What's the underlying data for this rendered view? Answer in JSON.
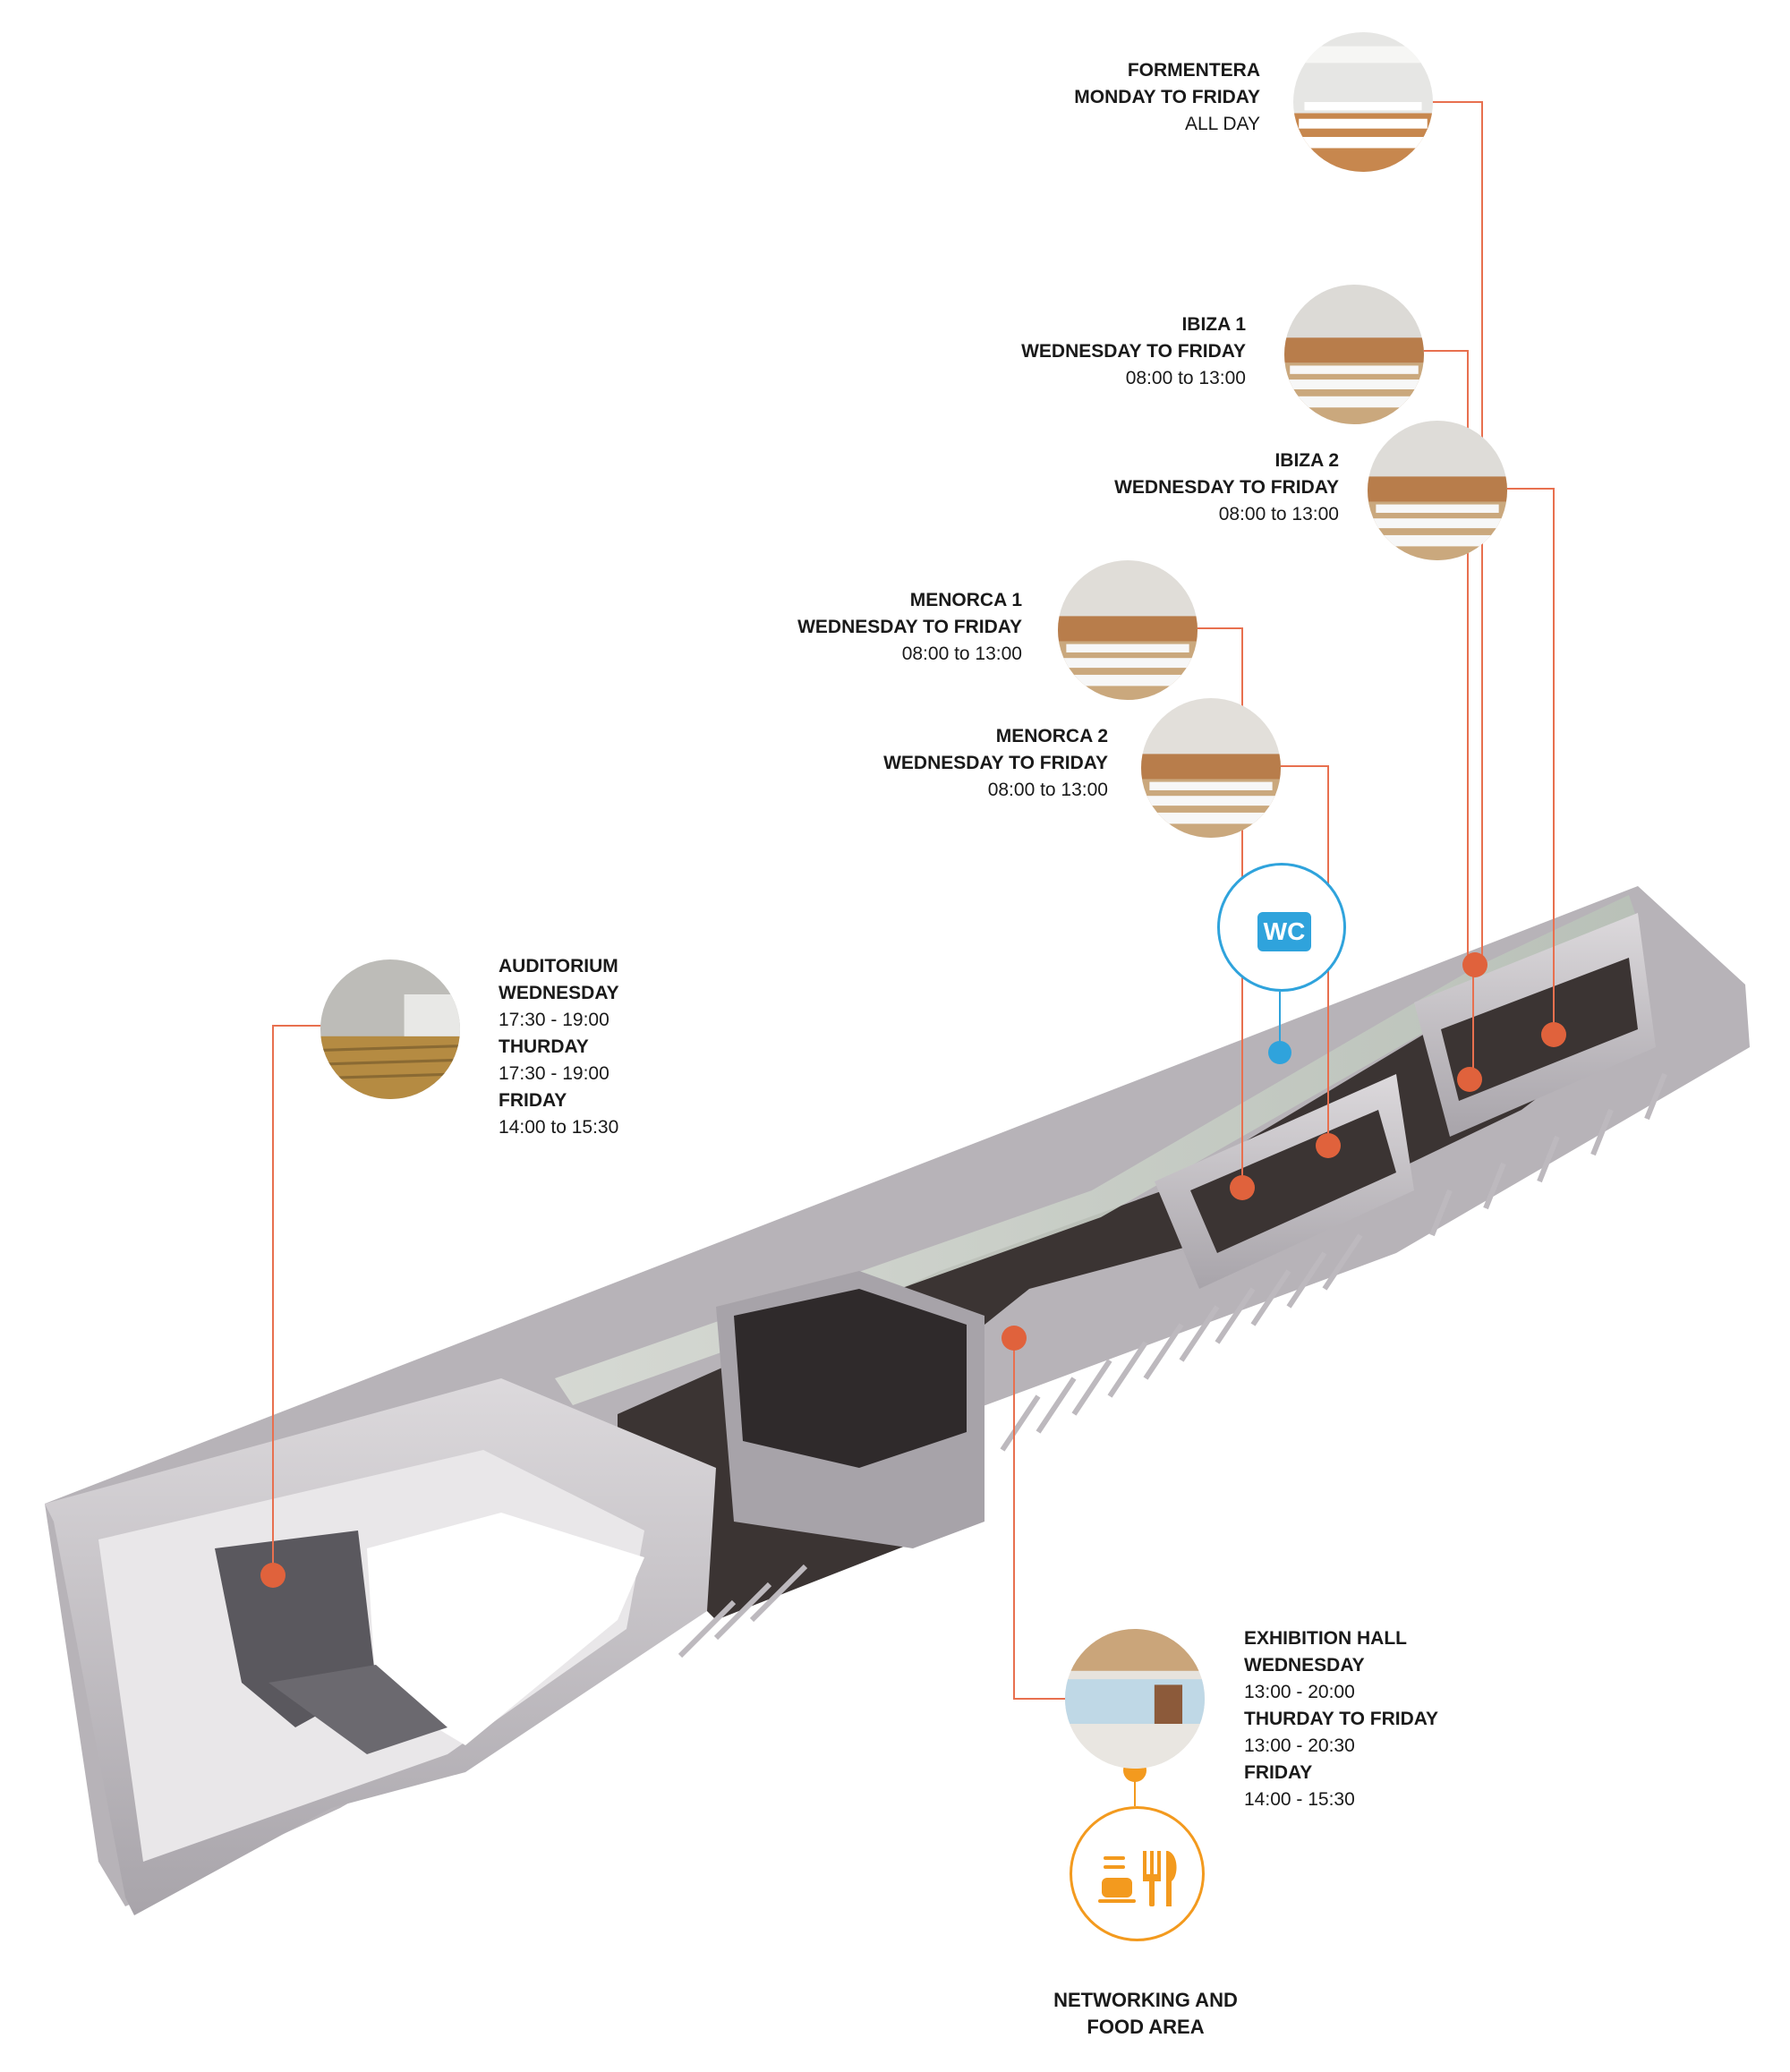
{
  "colors": {
    "leader": "#e8704f",
    "marker": "#e0623c",
    "wc": "#2fa3dc",
    "food": "#f39a1e",
    "floor": "#3b3433",
    "wall": "#c9c6c9",
    "wall_dark": "#9f9ca1"
  },
  "rooms": [
    {
      "id": "formentera",
      "name": "FORMENTERA",
      "lines": [
        {
          "text": "MONDAY TO FRIDAY",
          "bold": true
        },
        {
          "text": "ALL DAY",
          "bold": false
        }
      ]
    },
    {
      "id": "ibiza1",
      "name": "IBIZA 1",
      "lines": [
        {
          "text": "WEDNESDAY TO FRIDAY",
          "bold": true
        },
        {
          "text": "08:00 to 13:00",
          "bold": false
        }
      ]
    },
    {
      "id": "ibiza2",
      "name": "IBIZA 2",
      "lines": [
        {
          "text": "WEDNESDAY TO FRIDAY",
          "bold": true
        },
        {
          "text": "08:00 to 13:00",
          "bold": false
        }
      ]
    },
    {
      "id": "menorca1",
      "name": "MENORCA 1",
      "lines": [
        {
          "text": "WEDNESDAY TO FRIDAY",
          "bold": true
        },
        {
          "text": "08:00 to 13:00",
          "bold": false
        }
      ]
    },
    {
      "id": "menorca2",
      "name": "MENORCA 2",
      "lines": [
        {
          "text": "WEDNESDAY TO FRIDAY",
          "bold": true
        },
        {
          "text": "08:00 to 13:00",
          "bold": false
        }
      ]
    },
    {
      "id": "auditorium",
      "name": "AUDITORIUM",
      "lines": [
        {
          "text": "WEDNESDAY",
          "bold": true
        },
        {
          "text": "17:30 - 19:00",
          "bold": false
        },
        {
          "text": "THURDAY",
          "bold": true
        },
        {
          "text": "17:30 - 19:00",
          "bold": false
        },
        {
          "text": "FRIDAY",
          "bold": true
        },
        {
          "text": "14:00 to 15:30",
          "bold": false
        }
      ]
    },
    {
      "id": "exhibition",
      "name": "EXHIBITION HALL",
      "lines": [
        {
          "text": "WEDNESDAY",
          "bold": true
        },
        {
          "text": "13:00 - 20:00",
          "bold": false
        },
        {
          "text": "THURDAY TO FRIDAY",
          "bold": true
        },
        {
          "text": "13:00 - 20:30",
          "bold": false
        },
        {
          "text": "FRIDAY",
          "bold": true
        },
        {
          "text": "14:00 - 15:30",
          "bold": false
        }
      ]
    }
  ],
  "wc": {
    "label": "WC",
    "icon": "wc-icon"
  },
  "food": {
    "label_line1": "NETWORKING AND",
    "label_line2": "FOOD AREA",
    "icon": "food-icon"
  }
}
